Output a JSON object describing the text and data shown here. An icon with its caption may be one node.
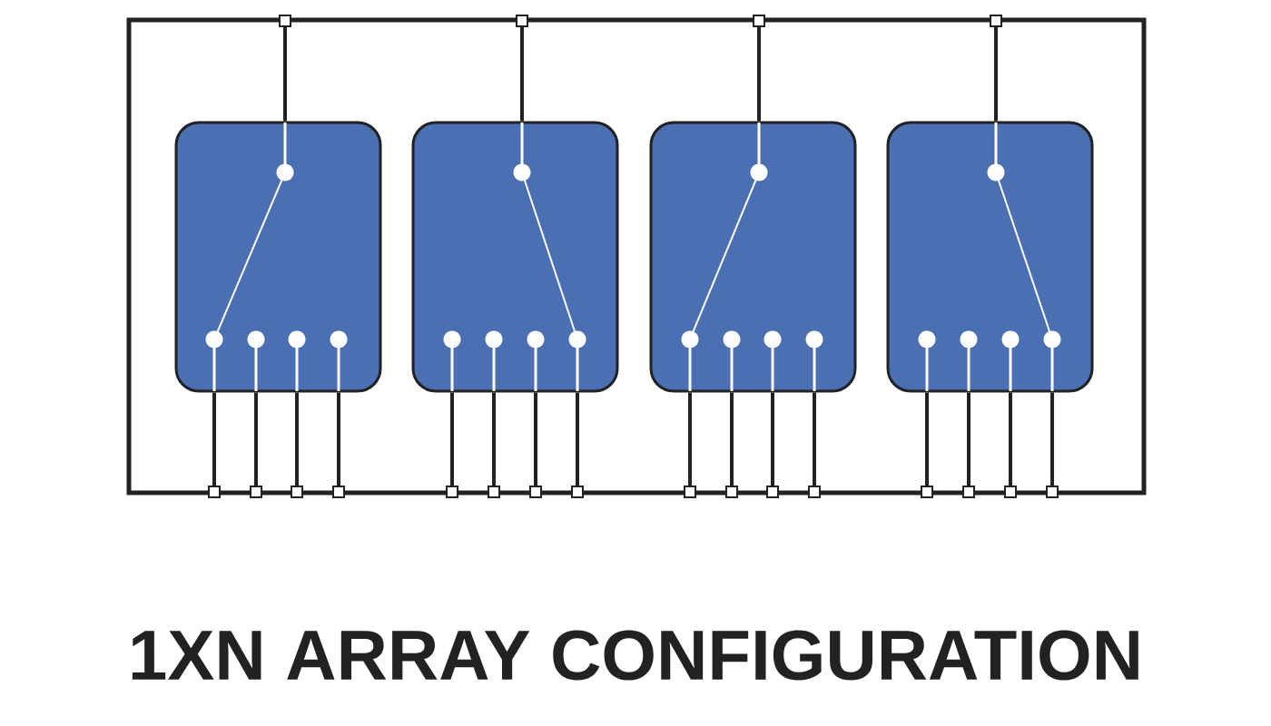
{
  "diagram": {
    "title": "1XN ARRAY CONFIGURATION",
    "nodes": [
      {
        "text": [],
        "shape": "box"
      },
      {
        "text": [],
        "shape": "box"
      },
      {
        "text": [],
        "shape": "box"
      },
      {
        "text": [],
        "shape": "box"
      },
      {
        "text": [],
        "shape": "box"
      },
      {
        "text": [],
        "shape": "box"
      },
      {
        "text": [],
        "shape": "box"
      },
      {
        "text": [],
        "shape": "box"
      },
      {
        "text": [],
        "shape": "box"
      },
      {
        "text": [],
        "shape": "box"
      },
      {
        "text": [],
        "shape": "box"
      },
      {
        "text": [],
        "shape": "box"
      },
      {
        "text": [],
        "shape": "box"
      },
      {
        "text": [],
        "shape": "box"
      },
      {
        "text": [],
        "shape": "box"
      },
      {
        "text": [],
        "shape": "box"
      },
      {
        "text": [],
        "shape": "box"
      },
      {
        "text": [],
        "shape": "box"
      },
      {
        "text": [],
        "shape": "box"
      },
      {
        "text": [],
        "shape": "box"
      },
      {
        "text": [],
        "shape": "box"
      },
      {
        "text": [],
        "shape": "box"
      },
      {
        "text": [],
        "shape": "box"
      },
      {
        "text": [],
        "shape": "box"
      }
    ],
    "edges": [
      {
        "from": 0,
        "to": 4,
        "arrow": "none"
      },
      {
        "from": 1,
        "to": 5,
        "arrow": "none"
      },
      {
        "from": 2,
        "to": 6,
        "arrow": "none"
      },
      {
        "from": 3,
        "to": 7,
        "arrow": "none"
      },
      {
        "from": 4,
        "to": 8,
        "arrow": "none"
      },
      {
        "from": 4,
        "to": 9,
        "arrow": "none"
      },
      {
        "from": 4,
        "to": 10,
        "arrow": "none"
      },
      {
        "from": 4,
        "to": 11,
        "arrow": "none"
      },
      {
        "from": 5,
        "to": 12,
        "arrow": "none"
      },
      {
        "from": 5,
        "to": 13,
        "arrow": "none"
      },
      {
        "from": 5,
        "to": 14,
        "arrow": "none"
      },
      {
        "from": 5,
        "to": 15,
        "arrow": "none"
      },
      {
        "from": 6,
        "to": 16,
        "arrow": "none"
      },
      {
        "from": 6,
        "to": 17,
        "arrow": "none"
      },
      {
        "from": 6,
        "to": 18,
        "arrow": "none"
      },
      {
        "from": 6,
        "to": 19,
        "arrow": "none"
      },
      {
        "from": 7,
        "to": 20,
        "arrow": "none"
      },
      {
        "from": 7,
        "to": 21,
        "arrow": "none"
      },
      {
        "from": 7,
        "to": 22,
        "arrow": "none"
      },
      {
        "from": 7,
        "to": 23,
        "arrow": "none"
      }
    ]
  }
}
